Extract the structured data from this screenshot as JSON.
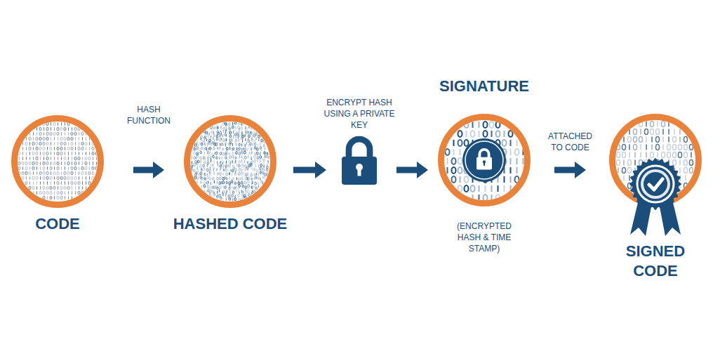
{
  "diagram": {
    "nodes": [
      {
        "text": [
          "CODE"
        ]
      },
      {
        "text": [
          "HASHED CODE"
        ]
      },
      {
        "text": [
          "ENCRYPT HASH USING A PRIVATE KEY"
        ]
      },
      {
        "text": [
          "SIGNATURE",
          "(ENCRYPTED HASH & TIME STAMP)"
        ]
      },
      {
        "text": [
          "SIGNED CODE"
        ]
      }
    ],
    "edges": [
      {
        "from": 0,
        "to": 1,
        "arrow": "to",
        "label": "HASH FUNCTION"
      },
      {
        "from": 1,
        "to": 2,
        "arrow": "to"
      },
      {
        "from": 2,
        "to": 3,
        "arrow": "to"
      },
      {
        "from": 3,
        "to": 4,
        "arrow": "to",
        "label": "ATTACHED TO CODE"
      }
    ]
  }
}
